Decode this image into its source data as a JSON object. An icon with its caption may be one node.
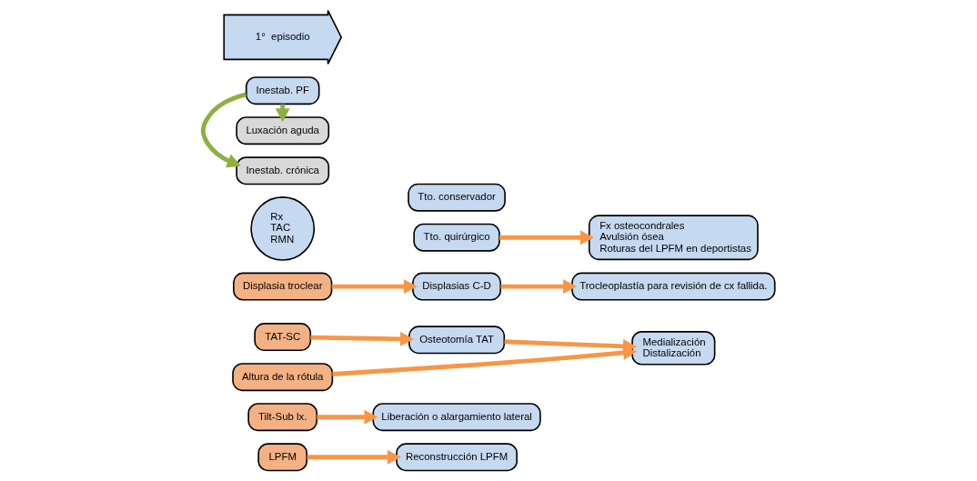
{
  "diagram": {
    "nodes": [
      {
        "text": [
          "Luxación aguda"
        ]
      },
      {
        "text": [
          "1°  episodio"
        ]
      },
      {
        "text": [
          "Tto. conservador"
        ]
      },
      {
        "text": [
          "Tto. quirúrgico"
        ]
      },
      {
        "text": [
          "Fx osteocondrales",
          "Avulsión ósea",
          "Roturas del LPFM en deportistas"
        ]
      },
      {
        "text": [
          "Inestab. PF"
        ]
      },
      {
        "text": [
          "Inestab. crónica"
        ]
      },
      {
        "text": [
          "Rx",
          "TAC",
          "RMN"
        ]
      },
      {
        "text": [
          "Altura de la rótula"
        ]
      },
      {
        "text": [
          "Displasia troclear"
        ]
      },
      {
        "text": [
          "Displasias C-D"
        ]
      },
      {
        "text": [
          "Trocleoplastía para revisión de cx fallida."
        ]
      },
      {
        "text": [
          "TAT-SC"
        ]
      },
      {
        "text": [
          "Osteotomía TAT"
        ]
      },
      {
        "text": [
          "Medialización",
          "Distalización"
        ]
      },
      {
        "text": [
          "Tilt-Sub lx."
        ]
      },
      {
        "text": [
          "Liberación o alargamiento lateral"
        ]
      },
      {
        "text": [
          "LPFM"
        ]
      },
      {
        "text": [
          "Reconstrucción LPFM"
        ]
      }
    ],
    "edges": [
      {
        "from": 3,
        "to": 4,
        "arrow": "to"
      },
      {
        "from": 5,
        "to": 0,
        "arrow": "to",
        "color": "#8db040"
      },
      {
        "from": 5,
        "to": 6,
        "arrow": "to",
        "color": "#8db040"
      },
      {
        "from": 8,
        "to": 14,
        "arrow": "to"
      },
      {
        "from": 9,
        "to": 10,
        "arrow": "to"
      },
      {
        "from": 10,
        "to": 11,
        "arrow": "to"
      },
      {
        "from": 12,
        "to": 13,
        "arrow": "to"
      },
      {
        "from": 13,
        "to": 14,
        "arrow": "to"
      },
      {
        "from": 15,
        "to": 16,
        "arrow": "to"
      },
      {
        "from": 17,
        "to": 18,
        "arrow": "to"
      }
    ]
  }
}
